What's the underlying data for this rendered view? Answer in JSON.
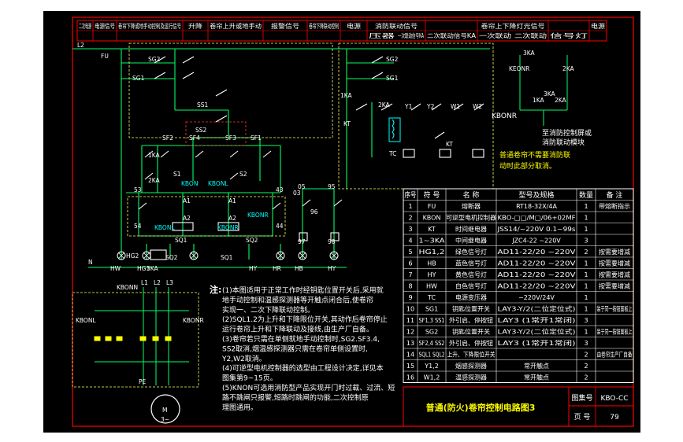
{
  "colors": {
    "background": "#000000",
    "frame": "#ff0000",
    "circuit": "#00ff66",
    "component": "#ffffff",
    "text": "#ffffff",
    "title_text": "#ffff00",
    "dashed": "#ffff66",
    "component_label": "#00ffff",
    "highlight": "#ff3333"
  },
  "header": {
    "cells": [
      "二次电源",
      "电源信号",
      "卷帘下降或地手动控制及运行信号",
      "升降",
      "卷帘上升或地手动",
      "报警信号",
      "卷帘下降联动控制",
      "电源",
      "消防联动信号",
      "",
      "卷帘上下降灯光信号",
      "",
      "电源"
    ],
    "sub_cells": [
      "压器",
      "一次联动信号KA",
      "二次联动信号KA",
      "一次联动",
      "二次联动",
      "信号灯"
    ]
  },
  "circuit": {
    "labels": {
      "supply": "L2",
      "fuse": "FU",
      "neutral": "N",
      "sg2_a": "SG2",
      "sg1_a": "SG1",
      "sg2_b": "SG2",
      "sg1_b": "SG1",
      "ss1": "SS1",
      "ss2": "SS2",
      "sf2": "SF2",
      "sf4": "SF4",
      "sf3": "SF3",
      "sf1": "SF1",
      "ka1_a": "1KA",
      "ka2_a": "2KA",
      "ka1_b": "1KA",
      "ka2_b": "2KA",
      "kt_a": "KT",
      "kt_b": "KT",
      "s1": "S1",
      "s2": "S2",
      "kbon": "KBON",
      "kbonl": "KBONL",
      "kbonr": "KBONR",
      "kbonl_coil": "KBONL",
      "kbonr_coil": "KBONR",
      "sq1": "SQ1",
      "sq2": "SQ2",
      "sq2b": "SQ2",
      "sq1b": "SQ1",
      "tc": "TC",
      "y1": "Y1",
      "y2": "Y2",
      "w1": "W1",
      "w2": "W2",
      "wire_03": "03",
      "wire_05": "05",
      "wire_95": "95",
      "wire_96": "96",
      "wire_97": "97",
      "wire_98": "98",
      "wire_53": "53",
      "wire_54": "54",
      "wire_43": "43",
      "wire_44": "44",
      "wire_a1a": "A1",
      "wire_a2a": "A2",
      "wire_a1b": "A1",
      "wire_a2b": "A2",
      "hw": "HW",
      "hg1": "HG1",
      "hg2": "HG2",
      "ka3": "3KA",
      "hr": "HR",
      "hb": "HB",
      "hy1": "HY",
      "hy2": "HY",
      "motor_terminals": [
        "L1",
        "L2",
        "L3"
      ],
      "pe": "PE",
      "motor": "M",
      "motor_sub": "3~",
      "kbon_r": "KBONR",
      "kbon_l": "KBONL",
      "kbonn": "KBONN",
      "kr_top": "3KA",
      "kr_kt": "KEONR",
      "kr_2ka": "2KA",
      "kr_1ka": "1KA",
      "kr_ka": "3KA",
      "kr_ka2": "2KA",
      "note_firelink_1": "至消防控制屏或",
      "note_firelink_2": "消防联动模块",
      "note_normal_1": "普通卷帘不需要消防联",
      "note_normal_2": "动时此部分取消。",
      "note_ka": "KBONR"
    }
  },
  "notes": {
    "prefix": "注:",
    "lines": [
      "(1)本图适用于正常工作时经钥匙位置开关后,采用就",
      "   地手动控制和温感探测器等开触点闭合后,使卷帘",
      "   实现一、二次下降联动控制。",
      "(2)SQL1.2为上升和下降限位开关,其动作后卷帘停止",
      "   运行卷帘上升和下降联动及接线,由生产厂自备。",
      "(3)卷帘若只需在单侧就地手动控制时,SG2.SF3.4,",
      "   SS2取消,烟温感探测器只需在卷帘单侧设置时,",
      "   Y2,W2取消。",
      "(4)可逆型电机控制器的选型由工程设计决定,详见本",
      "   图集第9~15页。",
      "(5)KNON可选用消防型产品实现开门时过载、过流、短",
      "   路不跳闸只报警,短路时跳闸的功能,二次控制原",
      "   理图通用。"
    ]
  },
  "table": {
    "headers": [
      "序号",
      "符 号",
      "名 称",
      "型号及规格",
      "数量",
      "备 注"
    ],
    "rows": [
      [
        "1",
        "FU",
        "熔断器",
        "RT18-32X/4A",
        "1",
        "带熔断指示"
      ],
      [
        "2",
        "KBON",
        "可逆型电机控制器",
        "KBO-□□/M□/06+02MF",
        "1",
        ""
      ],
      [
        "3",
        "KT",
        "时间继电器",
        "JSS14/~220V 0.1~99s",
        "1",
        ""
      ],
      [
        "4",
        "1~3KA",
        "中间继电器",
        "JZC4-22 ~220V",
        "3",
        ""
      ],
      [
        "5",
        "HG1,2",
        "绿色信号灯",
        "AD11-22/20 ~220V",
        "2",
        "按需要增减"
      ],
      [
        "6",
        "HB",
        "蓝色信号灯",
        "AD11-22/20 ~220V",
        "1",
        "按需要增减"
      ],
      [
        "7",
        "HY",
        "黄色信号灯",
        "AD11-22/20 ~220V",
        "1",
        "按需要增减"
      ],
      [
        "8",
        "HW",
        "白色信号灯",
        "AD11-22/20 ~220V",
        "1",
        "按需要增减"
      ],
      [
        "9",
        "TC",
        "电源变压器",
        "~220V/24V",
        "1",
        ""
      ],
      [
        "10",
        "SG1",
        "钥匙位置开关",
        "LAY3-Y/2(二位定位式)",
        "1",
        "装于同一按钮面板上"
      ],
      [
        "11",
        "SF1,3 SS1",
        "外引启、停按钮",
        "LAY3  (1常开1常闭)",
        "3",
        ""
      ],
      [
        "12",
        "SG2",
        "钥匙位置开关",
        "LAY3-Y/2(二位定位式)",
        "1",
        "装于同一按钮面板上"
      ],
      [
        "13",
        "SF2,4 SS2",
        "外引启、停按钮",
        "LAY3  (1常开1常闭)",
        "3",
        ""
      ],
      [
        "14",
        "SQL1 SQL2",
        "上升、下降限位开关",
        "",
        "2",
        "由卷帘生产厂自备"
      ],
      [
        "15",
        "Y1,2",
        "烟感探测器",
        "常开触点",
        "2",
        ""
      ],
      [
        "16",
        "W1,2",
        "温感探测器",
        "常开触点",
        "2",
        ""
      ]
    ]
  },
  "title_block": {
    "title": "普通(防火)卷帘控制电路图3",
    "atlas_label": "图集号",
    "atlas_value": "KBO-CC",
    "page_label": "页 号",
    "page_value": "79"
  }
}
